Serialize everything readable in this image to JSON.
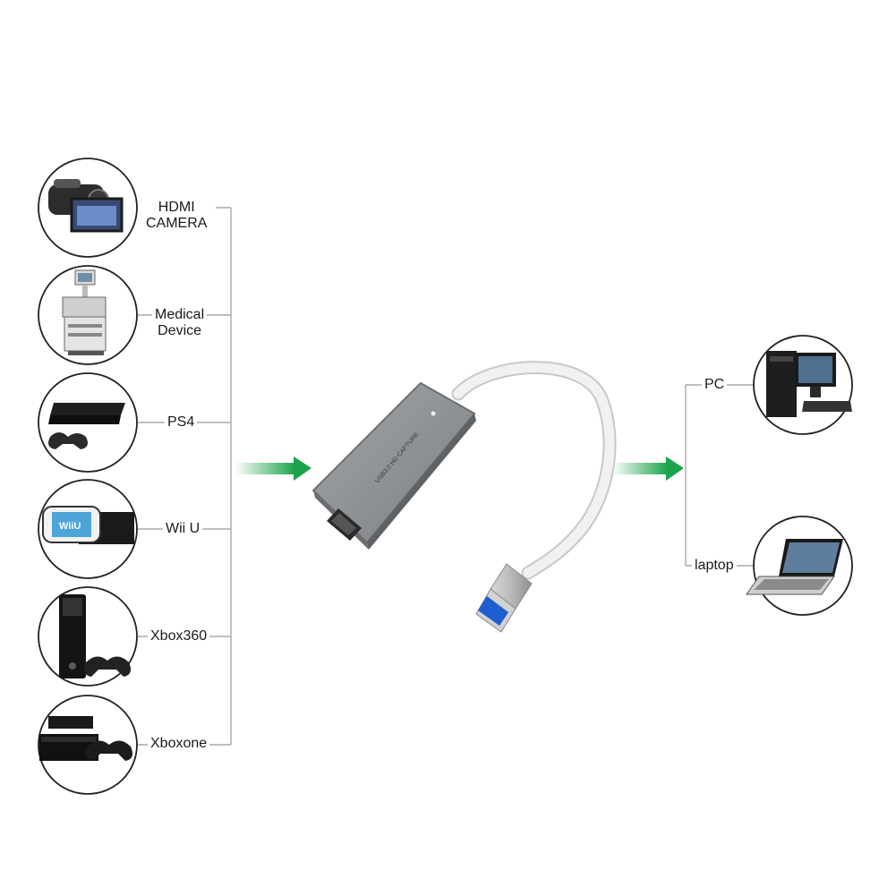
{
  "inputs": [
    {
      "label_lines": [
        "HDMI",
        "CAMERA"
      ],
      "icon": "camcorder-icon"
    },
    {
      "label_lines": [
        "Medical",
        "Device"
      ],
      "icon": "medical-device-icon"
    },
    {
      "label_lines": [
        "PS4"
      ],
      "icon": "ps4-console-icon"
    },
    {
      "label_lines": [
        "Wii U"
      ],
      "icon": "wii-u-console-icon"
    },
    {
      "label_lines": [
        "Xbox360"
      ],
      "icon": "xbox360-console-icon"
    },
    {
      "label_lines": [
        "Xboxone"
      ],
      "icon": "xbox-one-console-icon"
    }
  ],
  "outputs": [
    {
      "label": "PC",
      "icon": "desktop-pc-icon"
    },
    {
      "label": "laptop",
      "icon": "laptop-icon"
    }
  ],
  "device": {
    "icon": "usb-capture-device-icon",
    "engraving": "USB3.0 HD CAPTURE"
  },
  "colors": {
    "arrow": "#1aa34a",
    "device_body": "#8a8d90",
    "cable": "#e6e6e6",
    "connector_blue": "#1d5fd0",
    "connector_line": "#999999"
  }
}
